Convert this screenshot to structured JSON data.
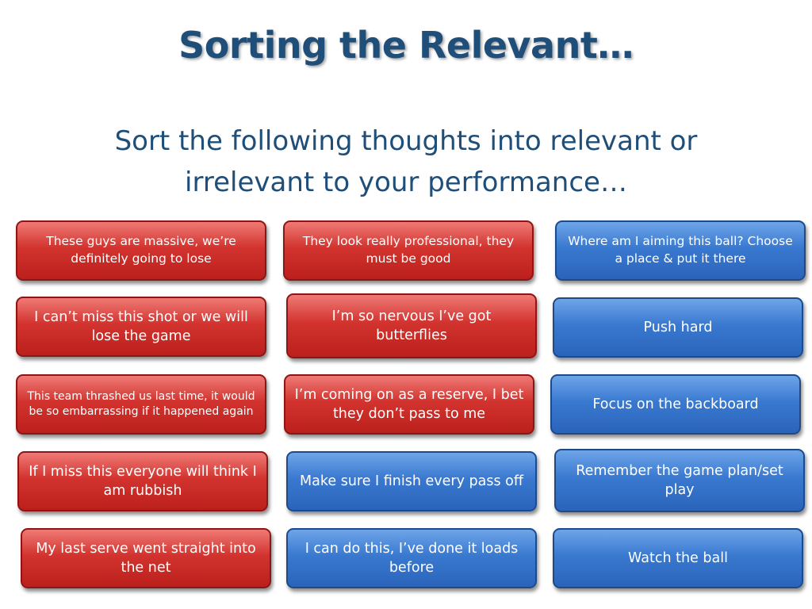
{
  "slide": {
    "title": "Sorting the Relevant…",
    "subtitle_line1": "Sort the following thoughts into relevant or",
    "subtitle_line2": "irrelevant to your performance…"
  },
  "colors": {
    "title": "#1f4e79",
    "irrelevant_card": "#d2332e",
    "relevant_card": "#3a79d0"
  },
  "cards": [
    {
      "text": "These guys are massive, we’re definitely going to lose",
      "color": "red"
    },
    {
      "text": "They look really professional, they must be good",
      "color": "red"
    },
    {
      "text": "Where am I aiming this ball? Choose a place & put it there",
      "color": "blue"
    },
    {
      "text": "I can’t miss this shot or we will lose the game",
      "color": "red"
    },
    {
      "text": "I’m so nervous I’ve got butterflies",
      "color": "red"
    },
    {
      "text": "Push hard",
      "color": "blue"
    },
    {
      "text": "This team thrashed us last time, it would be so embarrassing if it happened again",
      "color": "red"
    },
    {
      "text": "I’m coming on as a reserve, I bet they don’t pass to me",
      "color": "red"
    },
    {
      "text": "Focus on the backboard",
      "color": "blue"
    },
    {
      "text": "If I miss this everyone will think I am rubbish",
      "color": "red"
    },
    {
      "text": "Make sure I finish every pass off",
      "color": "blue"
    },
    {
      "text": "Remember the game plan/set play",
      "color": "blue"
    },
    {
      "text": "My last serve went straight into the net",
      "color": "red"
    },
    {
      "text": "I can do this, I’ve done it loads before",
      "color": "blue"
    },
    {
      "text": "Watch the ball",
      "color": "blue"
    }
  ]
}
